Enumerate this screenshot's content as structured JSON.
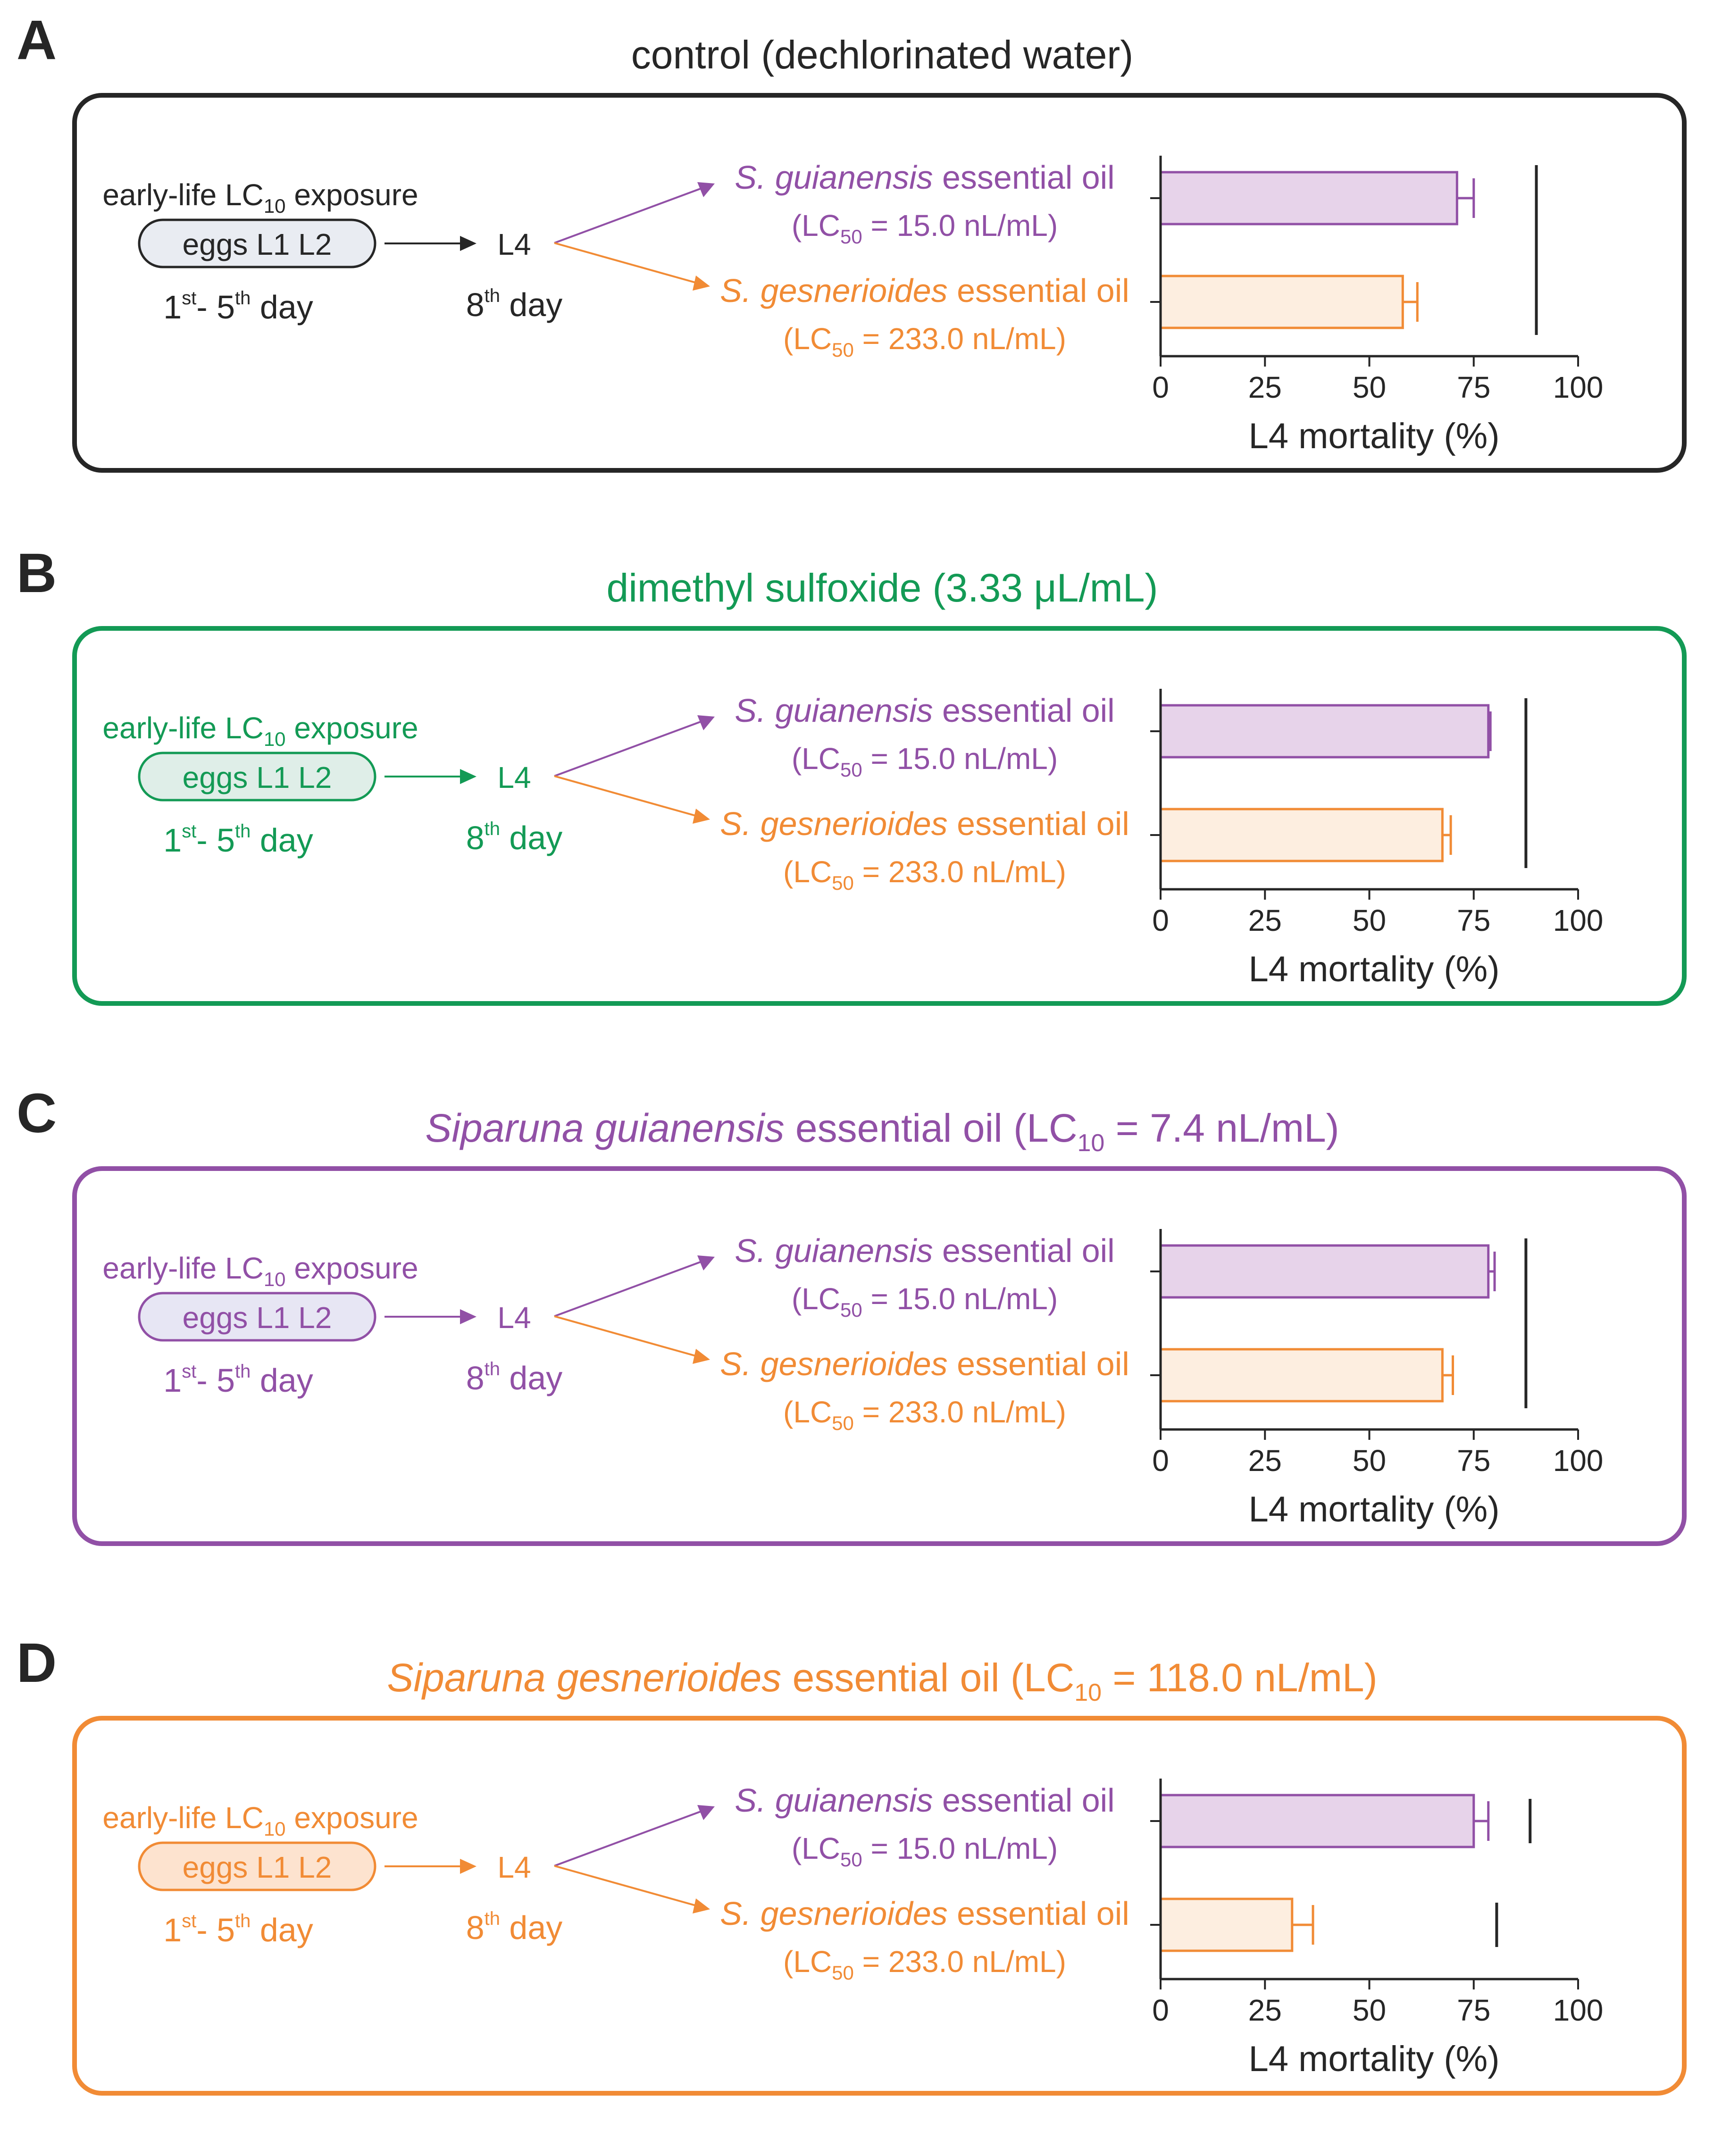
{
  "colors": {
    "black": "#262626",
    "green": "#139a55",
    "purple": "#9150a6",
    "orange": "#f18b35",
    "purple_fill": "#e7d3ea",
    "orange_fill": "#fdeee0",
    "stage_fill_black": "#e9ecf2",
    "stage_fill_green": "#dfeee8",
    "stage_fill_purple": "#e7e6f4",
    "stage_fill_orange": "#fde3cf"
  },
  "common": {
    "exposure_prefix": "early-life LC",
    "exposure_sub": "10",
    "exposure_suffix": " exposure",
    "stage_eggs": "eggs",
    "stage_l1": "L1",
    "stage_l2": "L2",
    "days_1": "1",
    "days_sup1": "st",
    "days_mid": "- 5",
    "days_sup2": "th",
    "days_end": " day",
    "l4": "L4",
    "day8": "8",
    "day8_sup": "th",
    "day8_end": " day",
    "sg_species": "S. guianensis",
    "sg_rest": " essential oil",
    "sg_lc_prefix": "(LC",
    "sg_lc_sub": "50",
    "sg_lc_rest": " = 15.0 nL/mL)",
    "sge_species": "S. gesnerioides",
    "sge_rest": " essential oil",
    "sge_lc_prefix": "(LC",
    "sge_lc_sub": "50",
    "sge_lc_rest": " = 233.0 nL/mL)"
  },
  "chart_data": [
    {
      "type": "bar",
      "orientation": "horizontal",
      "panel": "A",
      "title": "control (dechlorinated water)",
      "categories": [
        "S. guianensis essential oil",
        "S. gesnerioides essential oil"
      ],
      "values": [
        71,
        58
      ],
      "errors": [
        4,
        3.5
      ],
      "xlabel": "L4 mortality (%)",
      "xlim": [
        0,
        100
      ],
      "xticks": [
        "0",
        "25",
        "50",
        "75",
        "100"
      ],
      "significance_bars": [
        {
          "from": 0,
          "to": 1,
          "x": 90
        }
      ]
    },
    {
      "type": "bar",
      "orientation": "horizontal",
      "panel": "B",
      "title": "dimethyl sulfoxide (3.33 μL/mL)",
      "categories": [
        "S. guianensis essential oil",
        "S. gesnerioides essential oil"
      ],
      "values": [
        78.5,
        67.5
      ],
      "errors": [
        0.5,
        2
      ],
      "xlabel": "L4 mortality (%)",
      "xlim": [
        0,
        100
      ],
      "xticks": [
        "0",
        "25",
        "50",
        "75",
        "100"
      ],
      "significance_bars": [
        {
          "from": 0,
          "to": 1,
          "x": 87.5
        }
      ]
    },
    {
      "type": "bar",
      "orientation": "horizontal",
      "panel": "C",
      "title_italic": "Siparuna guianensis",
      "title_rest": " essential oil (LC",
      "title_sub": "10",
      "title_end": " = 7.4 nL/mL)",
      "categories": [
        "S. guianensis essential oil",
        "S. gesnerioides essential oil"
      ],
      "values": [
        78.5,
        67.5
      ],
      "errors": [
        1.5,
        2.5
      ],
      "xlabel": "L4 mortality (%)",
      "xlim": [
        0,
        100
      ],
      "xticks": [
        "0",
        "25",
        "50",
        "75",
        "100"
      ],
      "significance_bars": [
        {
          "from": 0,
          "to": 1,
          "x": 87.5
        }
      ]
    },
    {
      "type": "bar",
      "orientation": "horizontal",
      "panel": "D",
      "title_italic": "Siparuna gesnerioides",
      "title_rest": " essential oil (LC",
      "title_sub": "10",
      "title_end": " = 118.0 nL/mL)",
      "categories": [
        "S. guianensis essential oil",
        "S. gesnerioides essential oil"
      ],
      "values": [
        75,
        31.5
      ],
      "errors": [
        3.5,
        5
      ],
      "xlabel": "L4 mortality (%)",
      "xlim": [
        0,
        100
      ],
      "xticks": [
        "0",
        "25",
        "50",
        "75",
        "100"
      ],
      "significance_bars": [
        {
          "bar": 0,
          "x": 88.5
        },
        {
          "bar": 1,
          "x": 80.5
        }
      ]
    }
  ],
  "panels": [
    {
      "label": "A",
      "theme": "black",
      "title": "control (dechlorinated water)"
    },
    {
      "label": "B",
      "theme": "green",
      "title": "dimethyl sulfoxide (3.33 μL/mL)"
    },
    {
      "label": "C",
      "theme": "purple",
      "title_italic": "Siparuna guianensis",
      "title_rest": " essential oil (LC",
      "title_sub": "10",
      "title_end": " = 7.4 nL/mL)"
    },
    {
      "label": "D",
      "theme": "orange",
      "title_italic": "Siparuna gesnerioides",
      "title_rest": " essential oil (LC",
      "title_sub": "10",
      "title_end": " = 118.0 nL/mL)"
    }
  ]
}
